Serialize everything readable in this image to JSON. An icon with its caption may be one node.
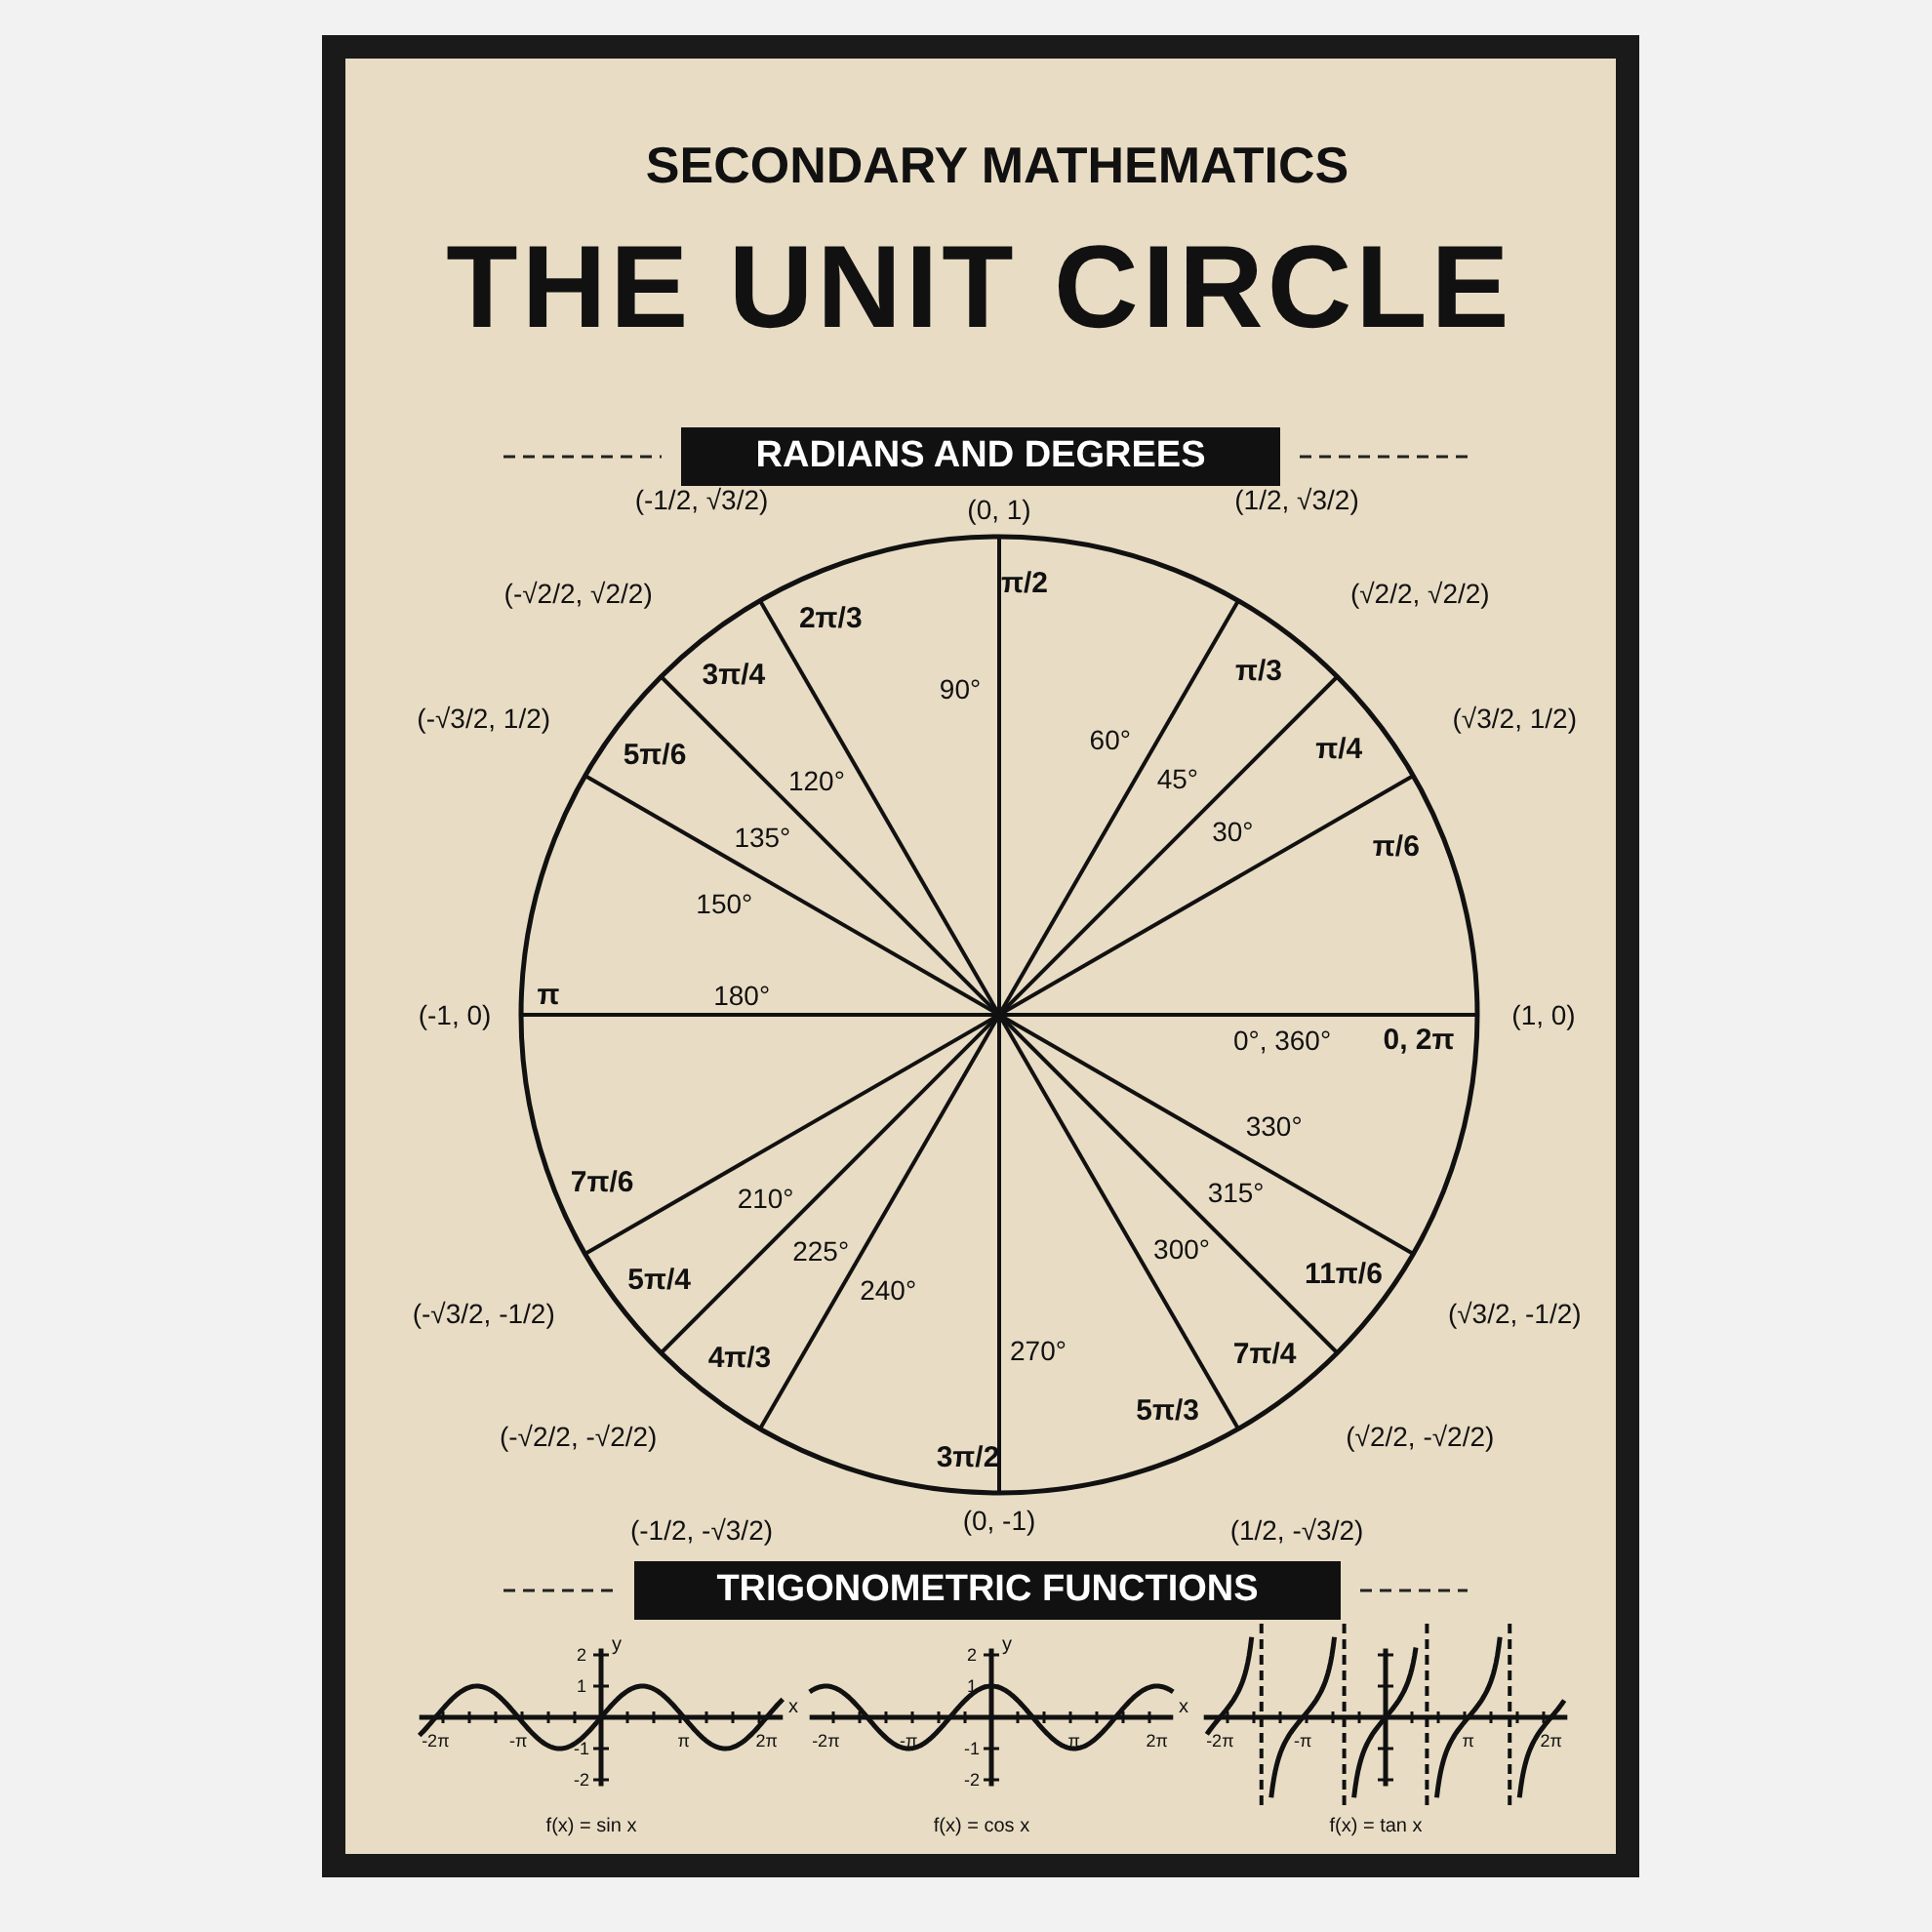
{
  "diagram": {
    "title": "THE UNIT CIRCLE",
    "nodes": [
      {
        "text": [
          "RADIANS AND DEGREES"
        ]
      },
      {
        "text": [
          "TRIGONOMETRIC FUNCTIONS"
        ]
      }
    ],
    "labels": [
      "SECONDARY MATHEMATICS",
      "(1, 0)",
      "0°, 360°",
      "0, 2π",
      "(√3/2, 1/2)",
      "π/6",
      "30°",
      "(√2/2, √2/2)",
      "π/4",
      "45°",
      "(1/2, √3/2)",
      "π/3",
      "60°",
      "(0, 1)",
      "π/2",
      "90°",
      "(-1/2, √3/2)",
      "2π/3",
      "120°",
      "(-√2/2, √2/2)",
      "3π/4",
      "135°",
      "(-√3/2, 1/2)",
      "5π/6",
      "150°",
      "(-1, 0)",
      "π",
      "180°",
      "(-√3/2, -1/2)",
      "7π/6",
      "210°",
      "(-√2/2, -√2/2)",
      "5π/4",
      "225°",
      "(-1/2, -√3/2)",
      "4π/3",
      "240°",
      "(0, -1)",
      "3π/2",
      "270°",
      "(1/2, -√3/2)",
      "5π/3",
      "300°",
      "(√2/2, -√2/2)",
      "7π/4",
      "315°",
      "(√3/2, -1/2)",
      "11π/6",
      "330°",
      "2",
      "1",
      "-1",
      "-2",
      "y",
      "x",
      "-2π",
      "-π",
      "π",
      "2π",
      "f(x) = sin x",
      "2",
      "1",
      "-1",
      "-2",
      "y",
      "x",
      "-2π",
      "-π",
      "π",
      "2π",
      "f(x) = cos x",
      "-2π",
      "-π",
      "π",
      "2π",
      "f(x) = tan x"
    ]
  }
}
